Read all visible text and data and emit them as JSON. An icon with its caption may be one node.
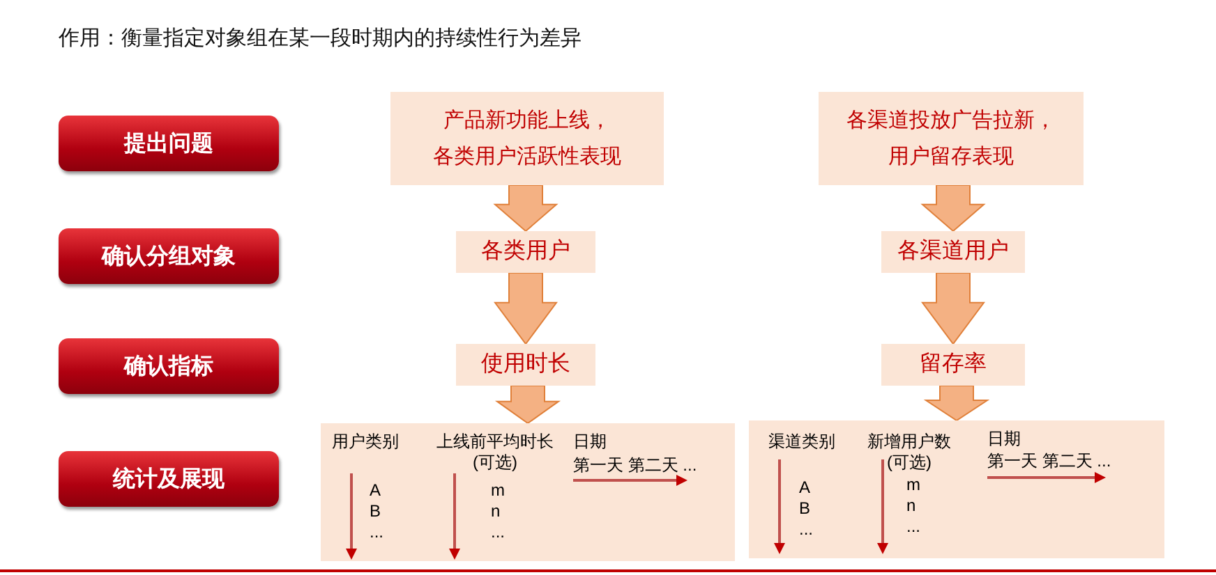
{
  "diagram": {
    "title": "作用：衡量指定对象组在某一段时期内的持续性行为差异",
    "nodes": [
      {
        "text": [
          "提出问题"
        ]
      },
      {
        "text": [
          "确认分组对象"
        ]
      },
      {
        "text": [
          "确认指标"
        ]
      },
      {
        "text": [
          "统计及展现"
        ]
      },
      {
        "text": [
          "产品新功能上线，各类用户活跃性表现"
        ]
      },
      {
        "text": [
          "各类用户"
        ]
      },
      {
        "text": [
          "使用时长"
        ]
      },
      {
        "text": [
          "用户类别",
          "上线前平均时长(可选)",
          "日期",
          "第一天 第二天 ...",
          "A",
          "B",
          "...",
          "m",
          "n",
          "..."
        ]
      },
      {
        "text": [
          "各渠道投放广告拉新，用户留存表现"
        ]
      },
      {
        "text": [
          "各渠道用户"
        ]
      },
      {
        "text": [
          "留存率"
        ]
      },
      {
        "text": [
          "渠道类别",
          "新增用户数(可选)",
          "日期",
          "第一天 第二天 ...",
          "A",
          "B",
          "...",
          "m",
          "n",
          "..."
        ]
      }
    ],
    "edges": [
      {
        "from": 4,
        "to": 5,
        "arrow": "to"
      },
      {
        "from": 5,
        "to": 6,
        "arrow": "to"
      },
      {
        "from": 6,
        "to": 7,
        "arrow": "to"
      },
      {
        "from": 8,
        "to": 9,
        "arrow": "to"
      },
      {
        "from": 9,
        "to": 10,
        "arrow": "to"
      },
      {
        "from": 10,
        "to": 11,
        "arrow": "to"
      }
    ]
  }
}
